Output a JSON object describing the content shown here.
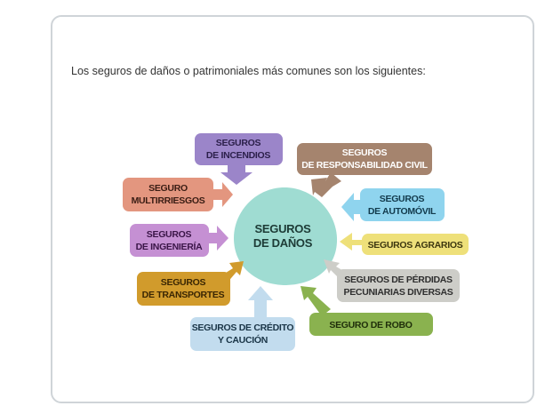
{
  "intro": "Los seguros de daños o patrimoniales más comunes son los siguientes:",
  "center": {
    "lines": [
      "SEGUROS",
      "DE DAÑOS"
    ],
    "color": "#9fdcd2"
  },
  "boxes": [
    {
      "id": "incendios",
      "lines": [
        "SEGUROS",
        "DE INCENDIOS"
      ],
      "color": "#9b85c9",
      "text_color": "#2b1f4a"
    },
    {
      "id": "responsabilidad-civil",
      "lines": [
        "SEGUROS",
        "DE RESPONSABILIDAD CIVIL"
      ],
      "color": "#a5846e",
      "text_color": "#ffffff"
    },
    {
      "id": "multirriesgos",
      "lines": [
        "SEGURO",
        "MULTIRRIESGOS"
      ],
      "color": "#e3967f",
      "text_color": "#3a1d14"
    },
    {
      "id": "automovil",
      "lines": [
        "SEGUROS",
        "DE AUTOMÓVIL"
      ],
      "color": "#8fd4ee",
      "text_color": "#123a4c"
    },
    {
      "id": "ingenieria",
      "lines": [
        "SEGUROS",
        "DE INGENIERÍA"
      ],
      "color": "#c590d3",
      "text_color": "#3a1547"
    },
    {
      "id": "agrarios",
      "lines": [
        "SEGUROS AGRARIOS"
      ],
      "color": "#eee07a",
      "text_color": "#3d3710"
    },
    {
      "id": "transportes",
      "lines": [
        "SEGUROS",
        "DE TRANSPORTES"
      ],
      "color": "#d19b2c",
      "text_color": "#3a2603"
    },
    {
      "id": "perdidas-pecuniarias",
      "lines": [
        "SEGUROS DE PÉRDIDAS",
        "PECUNIARIAS DIVERSAS"
      ],
      "color": "#cdcdc8",
      "text_color": "#2f2f2f"
    },
    {
      "id": "credito-caucion",
      "lines": [
        "SEGUROS DE CRÉDITO",
        "Y CAUCIÓN"
      ],
      "color": "#c2dcee",
      "text_color": "#1a3547"
    },
    {
      "id": "robo",
      "lines": [
        "SEGURO DE ROBO"
      ],
      "color": "#8ab24f",
      "text_color": "#1f2e0a"
    }
  ]
}
